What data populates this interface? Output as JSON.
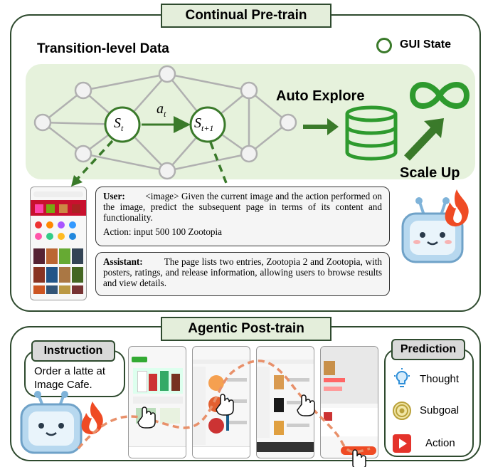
{
  "top_section": {
    "title": "Continual Pre-train",
    "subtitle": "Transition-level Data",
    "legend_label": "GUI State",
    "node_current": "S",
    "node_current_sub": "t",
    "node_next": "S",
    "node_next_sub": "t+1",
    "action_symbol": "a",
    "action_sub": "t",
    "auto_explore": "Auto Explore",
    "scale_up": "Scale Up",
    "user_label": "User:",
    "user_text": "<image> Given the current image and the action performed on the image, predict the subsequent page in terms of its content and functionality.",
    "action_line": "Action: input 500 100 Zootopia",
    "assistant_label": "Assistant:",
    "assistant_text": "The page lists two entries, Zootopia 2 and Zootopia, with posters, ratings, and release information, allowing users to browse results and view details."
  },
  "bottom_section": {
    "title": "Agentic Post-train",
    "instruction_label": "Instruction",
    "instruction_text": "Order a latte at Image Cafe.",
    "prediction_label": "Prediction",
    "prediction_items": [
      {
        "label": "Thought",
        "icon": "lightbulb-icon"
      },
      {
        "label": "Subgoal",
        "icon": "target-icon"
      },
      {
        "label": "Action",
        "icon": "play-button-icon"
      }
    ]
  },
  "colors": {
    "border": "#2e4a2e",
    "banner_bg": "#e4eedb",
    "band_bg": "#e6f2dc",
    "node_gray": "#b5b5b5",
    "state_green": "#3a7a2a",
    "db_green": "#2e9a2e",
    "flame": "#ef4b24",
    "dash_orange": "#e8906a"
  }
}
